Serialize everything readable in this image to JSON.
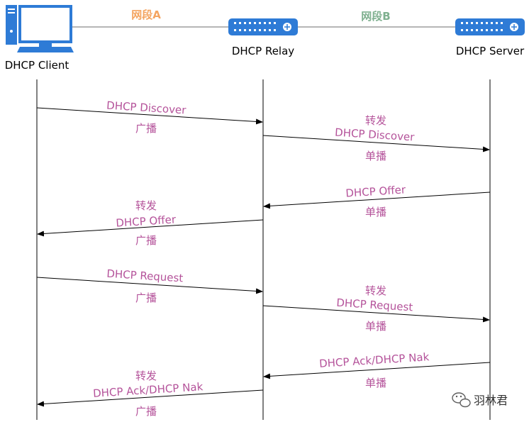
{
  "nodes": {
    "client": "DHCP Client",
    "relay": "DHCP Relay",
    "server": "DHCP Server"
  },
  "segments": {
    "a": "网段A",
    "b": "网段B"
  },
  "colors": {
    "segment_a": "#f4a460",
    "segment_b": "#7fb08f",
    "message": "#b5549b",
    "device_blue": "#2e7bd6"
  },
  "messages": {
    "m1": {
      "name": "DHCP Discover",
      "mode": "广播"
    },
    "m2": {
      "prefix": "转发",
      "name": "DHCP Discover",
      "mode": "单播"
    },
    "m3": {
      "name": "DHCP Offer",
      "mode": "单播"
    },
    "m4": {
      "prefix": "转发",
      "name": "DHCP Offer",
      "mode": "广播"
    },
    "m5": {
      "name": "DHCP Request",
      "mode": "广播"
    },
    "m6": {
      "prefix": "转发",
      "name": "DHCP Request",
      "mode": "单播"
    },
    "m7": {
      "name": "DHCP Ack/DHCP Nak",
      "mode": "单播"
    },
    "m8": {
      "prefix": "转发",
      "name": "DHCP Ack/DHCP Nak",
      "mode": "广播"
    }
  },
  "watermark": "羽林君",
  "icons": {
    "client": "computer-icon",
    "relay": "switch-icon",
    "server": "switch-icon",
    "watermark": "wechat-icon"
  }
}
